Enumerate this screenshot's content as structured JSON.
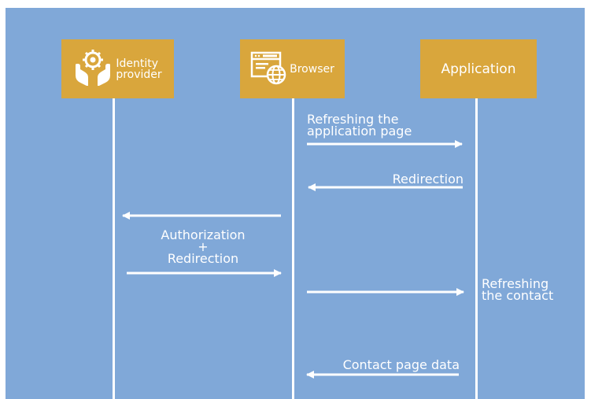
{
  "colors": {
    "background": "#80a8d8",
    "actor_fill": "#d9a63c",
    "line": "#ffffff"
  },
  "actors": [
    {
      "id": "identity-provider",
      "label": "Identity\nprovider",
      "icon": "hands-with-gear-icon"
    },
    {
      "id": "browser",
      "label": "Browser",
      "icon": "browser-globe-icon"
    },
    {
      "id": "application",
      "label": "Application",
      "icon": ""
    }
  ],
  "messages": [
    {
      "from": "browser",
      "to": "application",
      "label": "Refreshing the\napplication page"
    },
    {
      "from": "application",
      "to": "browser",
      "label": "Redirection"
    },
    {
      "from": "browser",
      "to": "identity-provider",
      "label": ""
    },
    {
      "from": "identity-provider",
      "to": "browser",
      "label": "Authorization\n+\nRedirection"
    },
    {
      "from": "browser",
      "to": "application",
      "label": "Refreshing\nthe contact"
    },
    {
      "from": "application",
      "to": "browser",
      "label": "Contact page data"
    }
  ]
}
